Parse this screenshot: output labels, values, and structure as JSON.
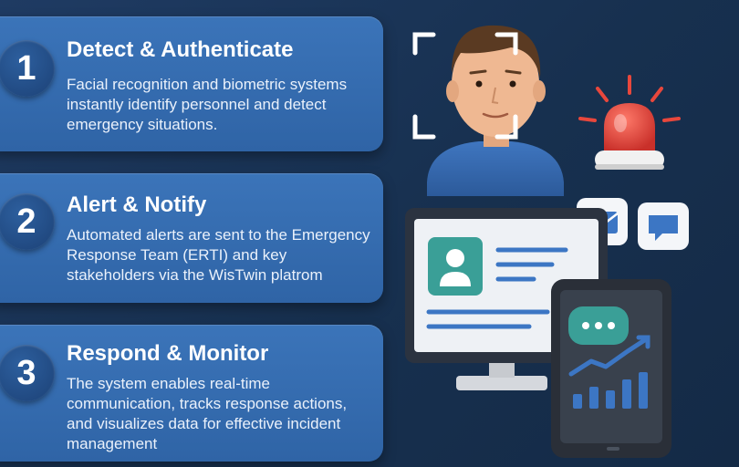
{
  "steps": [
    {
      "number": "1",
      "title": "Detect & Authenticate",
      "description": "Facial recognition and biometric systems instantly identify personnel and detect emergency situations."
    },
    {
      "number": "2",
      "title": "Alert & Notify",
      "description": "Automated alerts are sent to the Emergency Response Team (ERTI) and key stakeholders via the WisTwin platrom"
    },
    {
      "number": "3",
      "title": "Respond & Monitor",
      "description": "The system enables real-time communication, tracks response actions, and visualizes data for effective incident management"
    }
  ],
  "illustration": {
    "icons": [
      "face-recognition-icon",
      "siren-icon",
      "mail-icon",
      "chat-icon",
      "monitor-icon",
      "tablet-icon",
      "bar-chart-icon"
    ],
    "colors": {
      "background": "#1b3556",
      "card": "#3a72b6",
      "siren": "#e8473c",
      "accent_teal": "#3a9f97",
      "chart_blue": "#3c76c4"
    }
  }
}
